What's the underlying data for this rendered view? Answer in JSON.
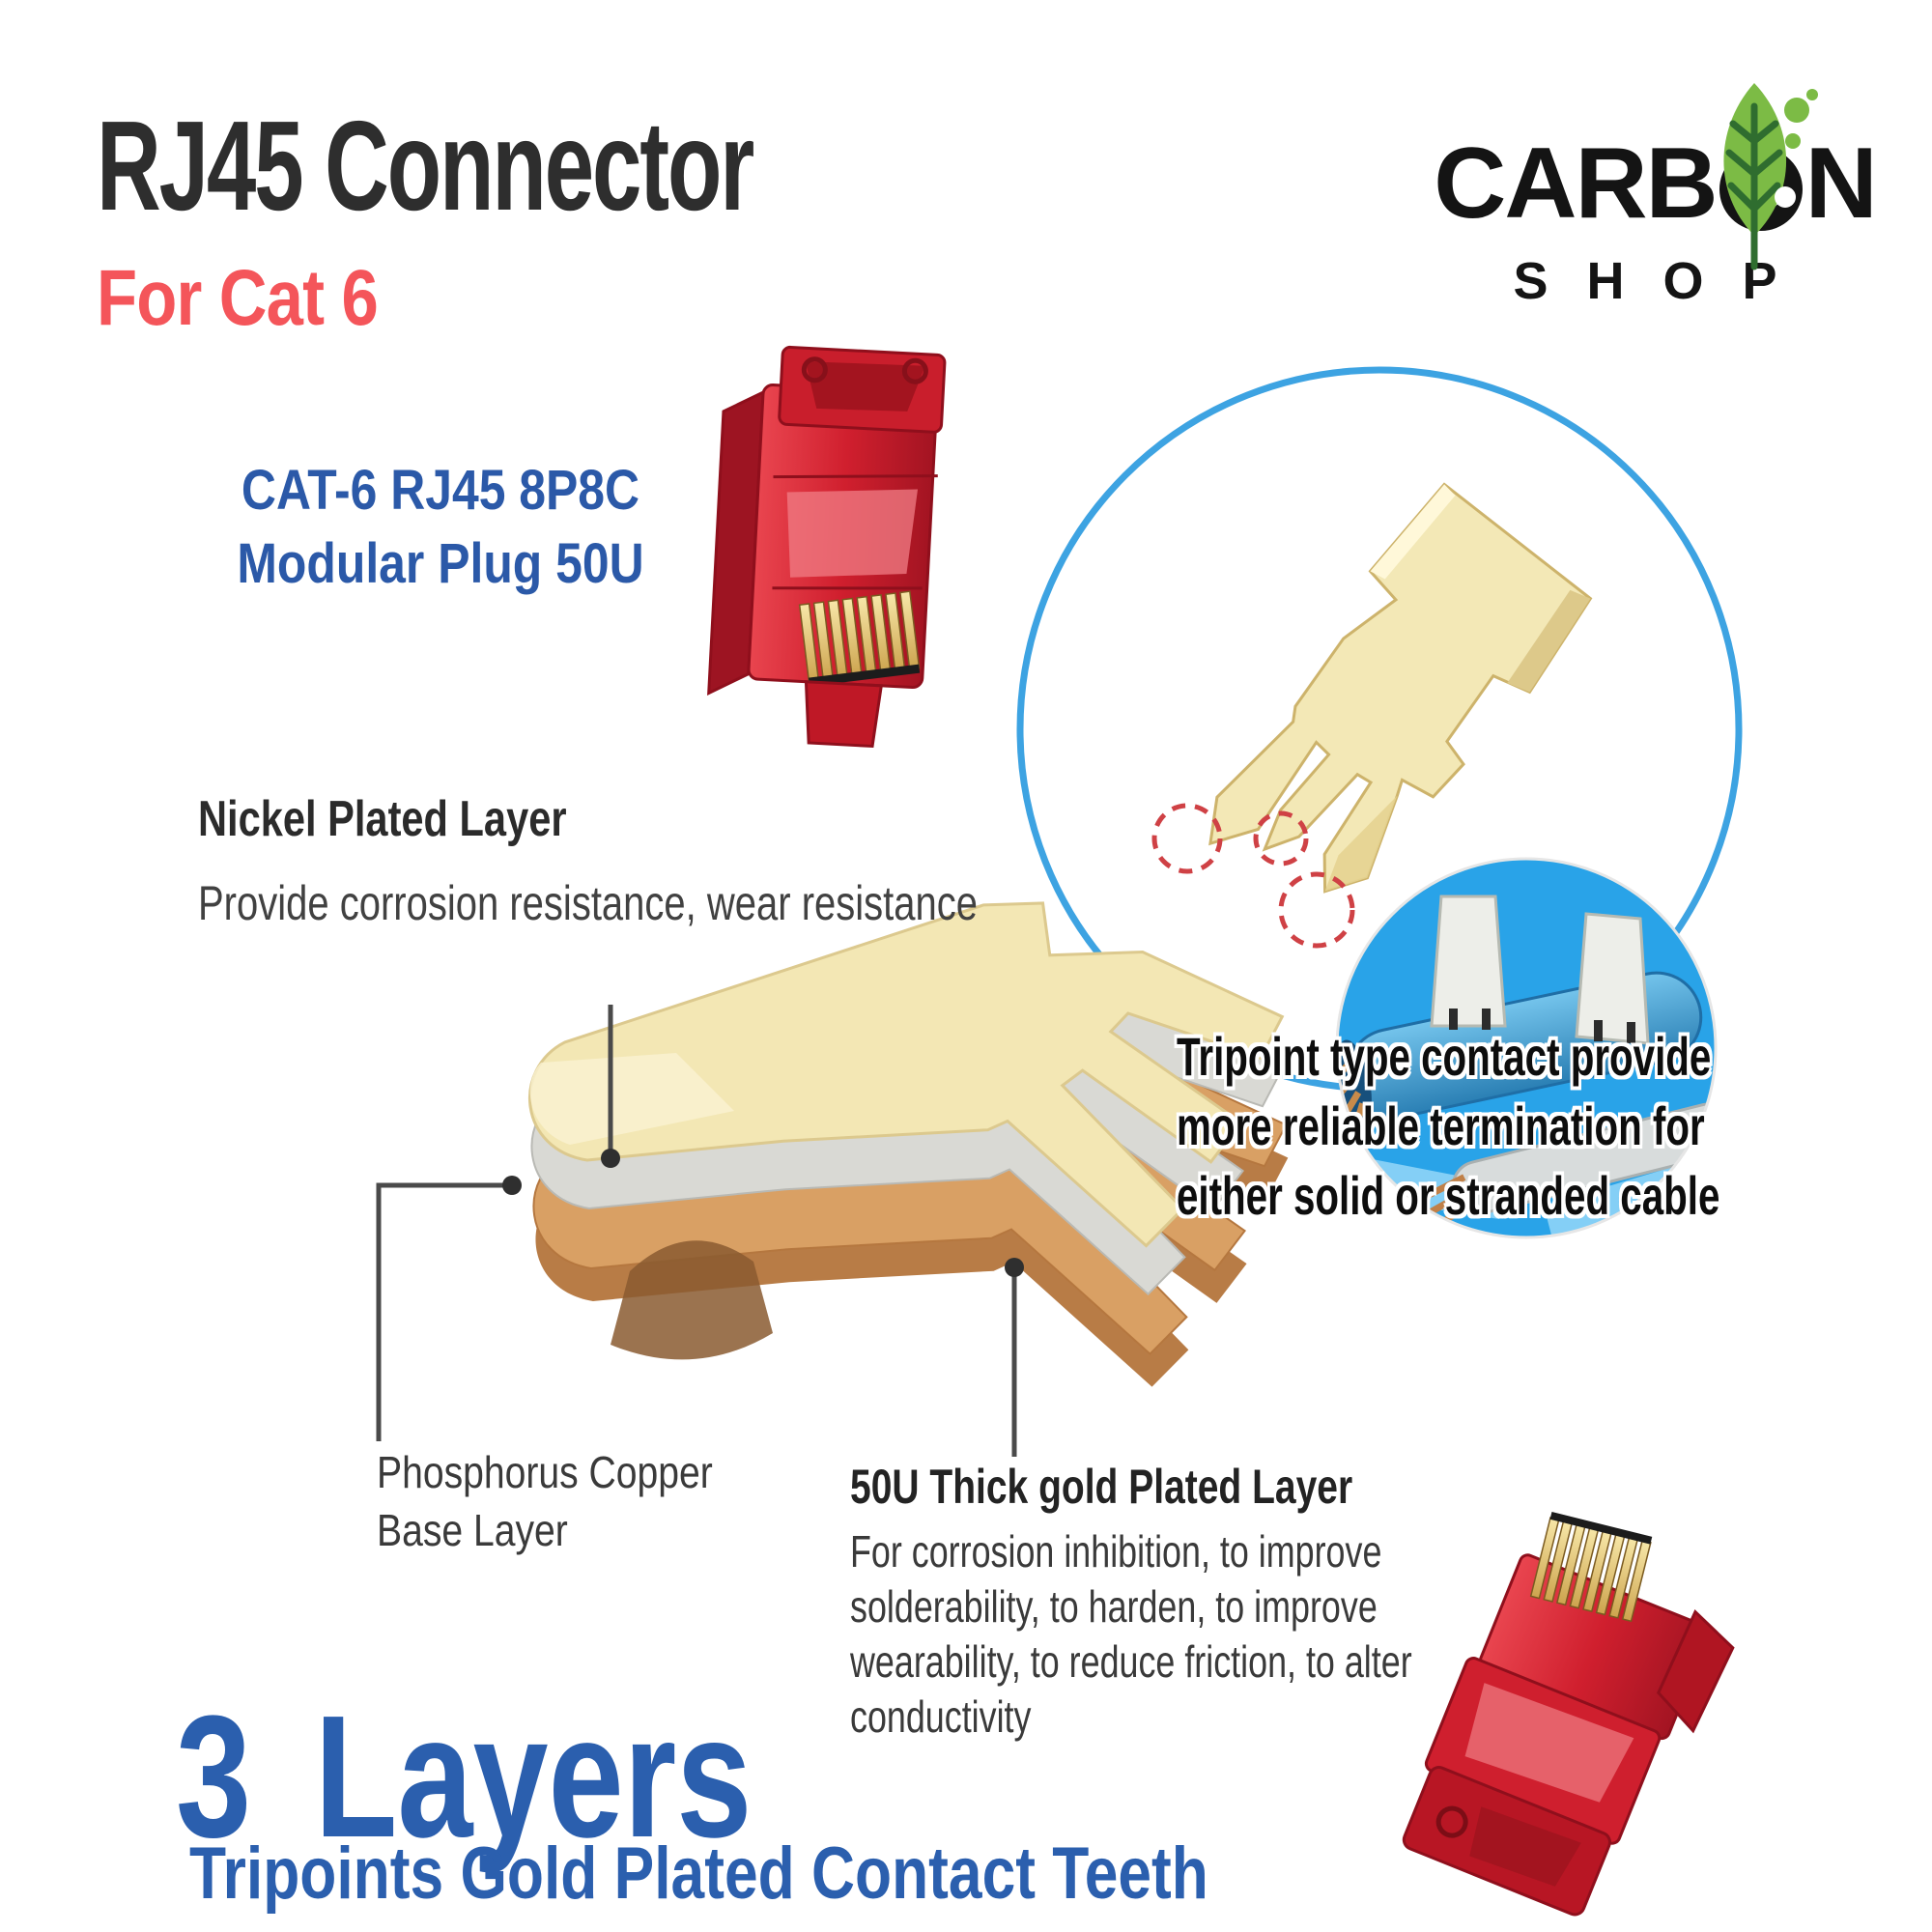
{
  "header": {
    "title": "RJ45 Connector",
    "subtitle": "For Cat 6"
  },
  "logo": {
    "brand_prefix": "CARB",
    "brand_suffix": "N",
    "brand_full": "CARBON",
    "shop": "SHOP"
  },
  "product": {
    "label_line1": "CAT-6 RJ45 8P8C",
    "label_line2": "Modular Plug 50U"
  },
  "callouts": {
    "nickel": {
      "title": "Nickel Plated Layer",
      "description": "Provide corrosion resistance, wear resistance"
    },
    "tripoint": {
      "line1": "Tripoint type contact provide",
      "line2": "more reliable termination for",
      "line3": "either solid or stranded cable"
    },
    "phosphorus": {
      "line1": "Phosphorus Copper",
      "line2": "Base Layer"
    },
    "gold_layer": {
      "title": "50U Thick gold Plated Layer",
      "line1": "For corrosion inhibition, to improve",
      "line2": "solderability, to harden, to improve",
      "line3": "wearability, to reduce friction, to alter",
      "line4": "conductivity"
    }
  },
  "footer": {
    "headline": "3 Layers",
    "subheadline": "Tripoints Gold Plated Contact Teeth"
  },
  "colors": {
    "background": "#ffffff",
    "title": "#2e2e2e",
    "accent_red": "#f4555a",
    "heading_blue": "#2b59a8",
    "big_blue": "#2b5fae",
    "circle_blue": "#3da3e2",
    "inset_blue": "#29a3e8",
    "connector_red": "#d5222e",
    "gold_pale": "#f3e7b4",
    "nickel_silver": "#d9d9d4",
    "copper": "#d9a064",
    "dashed_marker_red": "#cf4145",
    "leaf_green": "#7cbb45"
  }
}
